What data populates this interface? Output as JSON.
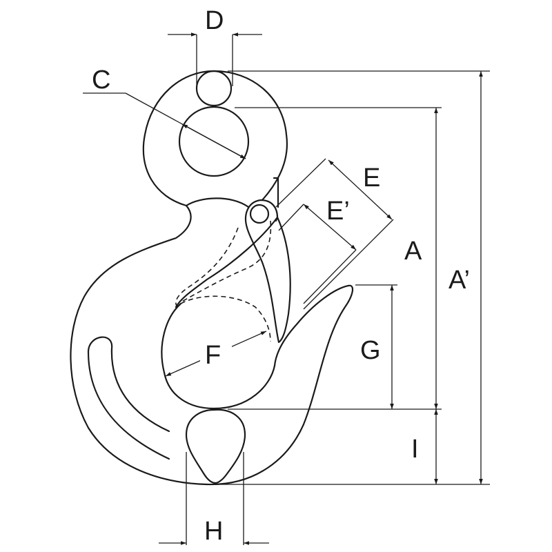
{
  "diagram": {
    "labels": {
      "d": "D",
      "c": "C",
      "e": "E",
      "e_prime": "E’",
      "a": "A",
      "a_prime": "A’",
      "g": "G",
      "f": "F",
      "i": "I",
      "h": "H"
    }
  }
}
